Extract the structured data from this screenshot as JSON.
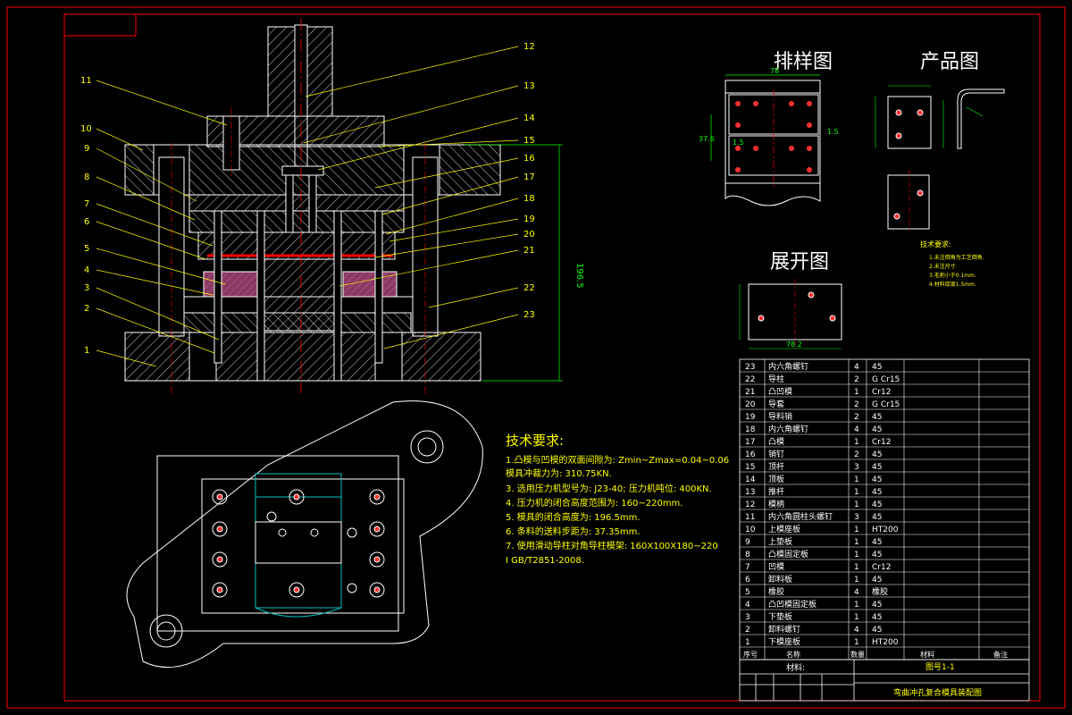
{
  "colors": {
    "background": "#000000",
    "frame": "#ff0000",
    "outline": "#ffffff",
    "centerline": "#ff0000",
    "dimension": "#00ff00",
    "text_yellow": "#ffff00",
    "text_white": "#ffffff",
    "hatch": "#ffffff",
    "rubber": "#a04070",
    "strip_red": "#ff0000",
    "hole_red": "#ff3030",
    "cyan": "#00c0c0"
  },
  "sections": {
    "layout_title": "排样图",
    "product_title": "产品图",
    "unfold_title": "展开图"
  },
  "callouts": [
    "1",
    "2",
    "3",
    "4",
    "5",
    "6",
    "7",
    "8",
    "9",
    "10",
    "11",
    "12",
    "13",
    "14",
    "15",
    "16",
    "17",
    "18",
    "19",
    "20",
    "21",
    "22",
    "23"
  ],
  "dimensions": {
    "total_height": "196.5",
    "strip_width": "37.6",
    "pitch_left": "1.5",
    "pitch_right": "1.5",
    "layout_top": "78",
    "unfold_bottom": "78.2"
  },
  "tech_req": {
    "title": "技术要求:",
    "lines": [
      "1.凸模与凹模的双面间隙为: Zmin~Zmax=0.04~0.06",
      "  模具冲裁力为: 310.75KN.",
      "3. 选用压力机型号为: J23-40; 压力机吨位: 400KN.",
      "4. 压力机的闭合高度范围为: 160~220mm.",
      "5. 模具的闭合高度为: 196.5mm.",
      "6. 条料的送料步距为: 37.35mm.",
      "7. 使用滑动导柱对角导柱模架: 160X100X180~220",
      "  I GB/T2851-2008."
    ]
  },
  "small_notes": {
    "title": "技术要求:",
    "lines": [
      "1.未注倒角为工艺倒角.",
      "2.未注尺寸.",
      "3.毛刺小于0.1mm.",
      "4.材料厚度1.5mm."
    ]
  },
  "bom_rows": [
    {
      "no": "23",
      "name": "内六角螺钉",
      "qty": "4",
      "mat": "45"
    },
    {
      "no": "22",
      "name": "导柱",
      "qty": "2",
      "mat": "G Cr15"
    },
    {
      "no": "21",
      "name": "凸凹模",
      "qty": "1",
      "mat": "Cr12"
    },
    {
      "no": "20",
      "name": "导套",
      "qty": "2",
      "mat": "G Cr15"
    },
    {
      "no": "19",
      "name": "导料销",
      "qty": "2",
      "mat": "45"
    },
    {
      "no": "18",
      "name": "内六角螺钉",
      "qty": "4",
      "mat": "45"
    },
    {
      "no": "17",
      "name": "凸模",
      "qty": "1",
      "mat": "Cr12"
    },
    {
      "no": "16",
      "name": "销钉",
      "qty": "2",
      "mat": "45"
    },
    {
      "no": "15",
      "name": "顶杆",
      "qty": "3",
      "mat": "45"
    },
    {
      "no": "14",
      "name": "顶板",
      "qty": "1",
      "mat": "45"
    },
    {
      "no": "13",
      "name": "推杆",
      "qty": "1",
      "mat": "45"
    },
    {
      "no": "12",
      "name": "模柄",
      "qty": "1",
      "mat": "45"
    },
    {
      "no": "11",
      "name": "内六角圆柱头螺钉",
      "qty": "3",
      "mat": "45"
    },
    {
      "no": "10",
      "name": "上模座板",
      "qty": "1",
      "mat": "HT200"
    },
    {
      "no": "9",
      "name": "上垫板",
      "qty": "1",
      "mat": "45"
    },
    {
      "no": "8",
      "name": "凸模固定板",
      "qty": "1",
      "mat": "45"
    },
    {
      "no": "7",
      "name": "凹模",
      "qty": "1",
      "mat": "Cr12"
    },
    {
      "no": "6",
      "name": "卸料板",
      "qty": "1",
      "mat": "45"
    },
    {
      "no": "5",
      "name": "橡胶",
      "qty": "4",
      "mat": "橡胶"
    },
    {
      "no": "4",
      "name": "凸凹模固定板",
      "qty": "1",
      "mat": "45"
    },
    {
      "no": "3",
      "name": "下垫板",
      "qty": "1",
      "mat": "45"
    },
    {
      "no": "2",
      "name": "卸料螺钉",
      "qty": "4",
      "mat": "45"
    },
    {
      "no": "1",
      "name": "下模座板",
      "qty": "1",
      "mat": "HT200"
    }
  ],
  "bom_header": {
    "no": "序号",
    "name": "名称",
    "qty": "数量",
    "mat": "材料",
    "remark": "备注"
  },
  "title_block": {
    "material_label": "材料:",
    "drawing_no": "图号1-1",
    "drawing_name": "弯曲冲孔复合模具装配图"
  }
}
